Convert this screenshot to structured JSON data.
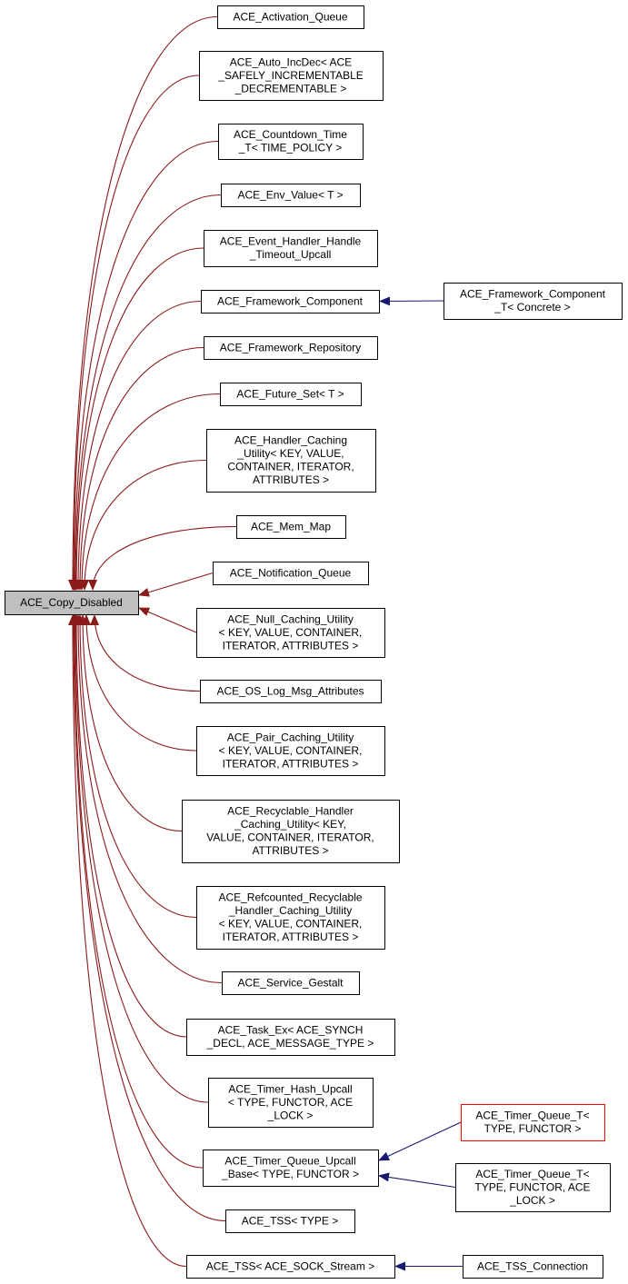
{
  "base": {
    "id": "copy_disabled",
    "lines": [
      "ACE_Copy_Disabled"
    ],
    "fill": "#bfbfbf"
  },
  "colors": {
    "inherit_edge": "#8b1a1a",
    "derived_edge": "#191970",
    "node_border": "#000000",
    "highlight_border": "#ff0000"
  },
  "children": [
    {
      "id": "activation_queue",
      "lines": [
        "ACE_Activation_Queue"
      ]
    },
    {
      "id": "auto_incdec",
      "lines": [
        "ACE_Auto_IncDec< ACE",
        "_SAFELY_INCREMENTABLE",
        "_DECREMENTABLE >"
      ]
    },
    {
      "id": "countdown_time",
      "lines": [
        "ACE_Countdown_Time",
        "_T< TIME_POLICY >"
      ]
    },
    {
      "id": "env_value",
      "lines": [
        "ACE_Env_Value< T >"
      ]
    },
    {
      "id": "event_handler_timeout",
      "lines": [
        "ACE_Event_Handler_Handle",
        "_Timeout_Upcall"
      ]
    },
    {
      "id": "framework_component",
      "lines": [
        "ACE_Framework_Component"
      ]
    },
    {
      "id": "framework_repository",
      "lines": [
        "ACE_Framework_Repository"
      ]
    },
    {
      "id": "future_set",
      "lines": [
        "ACE_Future_Set< T >"
      ]
    },
    {
      "id": "handler_caching",
      "lines": [
        "ACE_Handler_Caching",
        "_Utility< KEY, VALUE,",
        "CONTAINER, ITERATOR,",
        "ATTRIBUTES >"
      ]
    },
    {
      "id": "mem_map",
      "lines": [
        "ACE_Mem_Map"
      ]
    },
    {
      "id": "notification_queue",
      "lines": [
        "ACE_Notification_Queue"
      ]
    },
    {
      "id": "null_caching",
      "lines": [
        "ACE_Null_Caching_Utility",
        "< KEY, VALUE, CONTAINER,",
        "ITERATOR, ATTRIBUTES >"
      ]
    },
    {
      "id": "os_log_msg",
      "lines": [
        "ACE_OS_Log_Msg_Attributes"
      ]
    },
    {
      "id": "pair_caching",
      "lines": [
        "ACE_Pair_Caching_Utility",
        "< KEY, VALUE, CONTAINER,",
        "ITERATOR, ATTRIBUTES >"
      ]
    },
    {
      "id": "recyclable_caching",
      "lines": [
        "ACE_Recyclable_Handler",
        "_Caching_Utility< KEY,",
        "VALUE, CONTAINER, ITERATOR,",
        "ATTRIBUTES >"
      ]
    },
    {
      "id": "refcounted_caching",
      "lines": [
        "ACE_Refcounted_Recyclable",
        "_Handler_Caching_Utility",
        "< KEY, VALUE, CONTAINER,",
        "ITERATOR, ATTRIBUTES >"
      ]
    },
    {
      "id": "service_gestalt",
      "lines": [
        "ACE_Service_Gestalt"
      ]
    },
    {
      "id": "task_ex",
      "lines": [
        "ACE_Task_Ex< ACE_SYNCH",
        "_DECL, ACE_MESSAGE_TYPE >"
      ]
    },
    {
      "id": "timer_hash_upcall",
      "lines": [
        "ACE_Timer_Hash_Upcall",
        "< TYPE, FUNCTOR, ACE",
        "_LOCK >"
      ]
    },
    {
      "id": "timer_queue_upcall",
      "lines": [
        "ACE_Timer_Queue_Upcall",
        "_Base< TYPE, FUNCTOR >"
      ]
    },
    {
      "id": "tss_type",
      "lines": [
        "ACE_TSS< TYPE >"
      ]
    },
    {
      "id": "tss_sock_stream",
      "lines": [
        "ACE_TSS< ACE_SOCK_Stream >"
      ]
    }
  ],
  "grandchildren": [
    {
      "id": "framework_component_t",
      "parent": "framework_component",
      "lines": [
        "ACE_Framework_Component",
        "_T< Concrete >"
      ]
    },
    {
      "id": "timer_queue_t",
      "parent": "timer_queue_upcall",
      "lines": [
        "ACE_Timer_Queue_T<",
        "TYPE, FUNCTOR >"
      ],
      "highlight": true
    },
    {
      "id": "timer_queue_t_lock",
      "parent": "timer_queue_upcall",
      "lines": [
        "ACE_Timer_Queue_T<",
        "TYPE, FUNCTOR, ACE",
        "_LOCK >"
      ]
    },
    {
      "id": "tss_connection",
      "parent": "tss_sock_stream",
      "lines": [
        "ACE_TSS_Connection"
      ]
    }
  ]
}
